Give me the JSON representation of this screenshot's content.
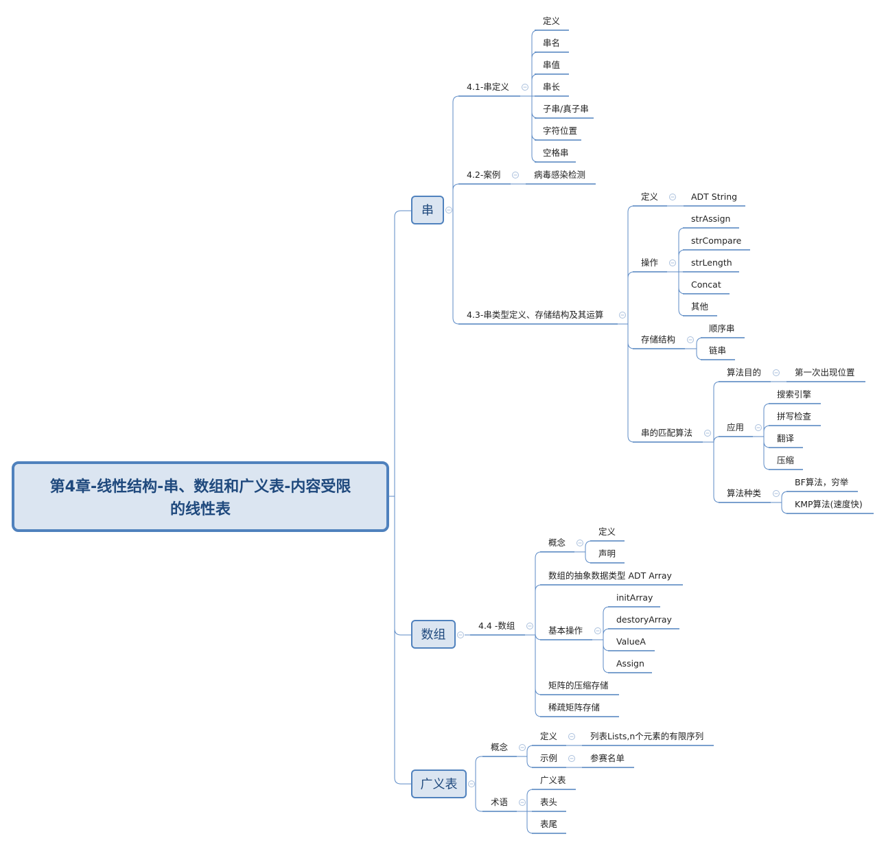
{
  "root": {
    "line1": "第4章-线性结构-串、数组和广义表-内容受限",
    "line2": "的线性表"
  },
  "chuan": {
    "label": "串",
    "n41": {
      "label": "4.1-串定义",
      "items": [
        "定义",
        "串名",
        "串值",
        "串长",
        "子串/真子串",
        "字符位置",
        "空格串"
      ]
    },
    "n42": {
      "label": "4.2-案例",
      "items": [
        "病毒感染检测"
      ]
    },
    "n43": {
      "label": "4.3-串类型定义、存储结构及其运算",
      "def": {
        "label": "定义",
        "items": [
          "ADT String"
        ]
      },
      "ops": {
        "label": "操作",
        "items": [
          "strAssign",
          "strCompare",
          "strLength",
          "Concat",
          "其他"
        ]
      },
      "storage": {
        "label": "存储结构",
        "items": [
          "顺序串",
          "链串"
        ]
      },
      "match": {
        "label": "串的匹配算法",
        "goal": {
          "label": "算法目的",
          "items": [
            "第一次出现位置"
          ]
        },
        "app": {
          "label": "应用",
          "items": [
            "搜索引擎",
            "拼写检查",
            "翻译",
            "压缩"
          ]
        },
        "kinds": {
          "label": "算法种类",
          "items": [
            "BF算法，穷举",
            "KMP算法(速度快)"
          ]
        }
      }
    }
  },
  "shuzu": {
    "label": "数组",
    "n44": {
      "label": "4.4 -数组",
      "concept": {
        "label": "概念",
        "items": [
          "定义",
          "声明"
        ]
      },
      "adt": "数组的抽象数据类型 ADT Array",
      "basic": {
        "label": "基本操作",
        "items": [
          "initArray",
          "destoryArray",
          "ValueA",
          "Assign"
        ]
      },
      "compress": "矩阵的压缩存储",
      "sparse": "稀疏矩阵存储"
    }
  },
  "guangyi": {
    "label": "广义表",
    "concept": {
      "label": "概念",
      "def": {
        "label": "定义",
        "items": [
          "列表Lists,n个元素的有限序列"
        ]
      },
      "example": {
        "label": "示例",
        "items": [
          "参赛名单"
        ]
      }
    },
    "terms": {
      "label": "术语",
      "items": [
        "广义表",
        "表头",
        "表尾"
      ]
    }
  }
}
